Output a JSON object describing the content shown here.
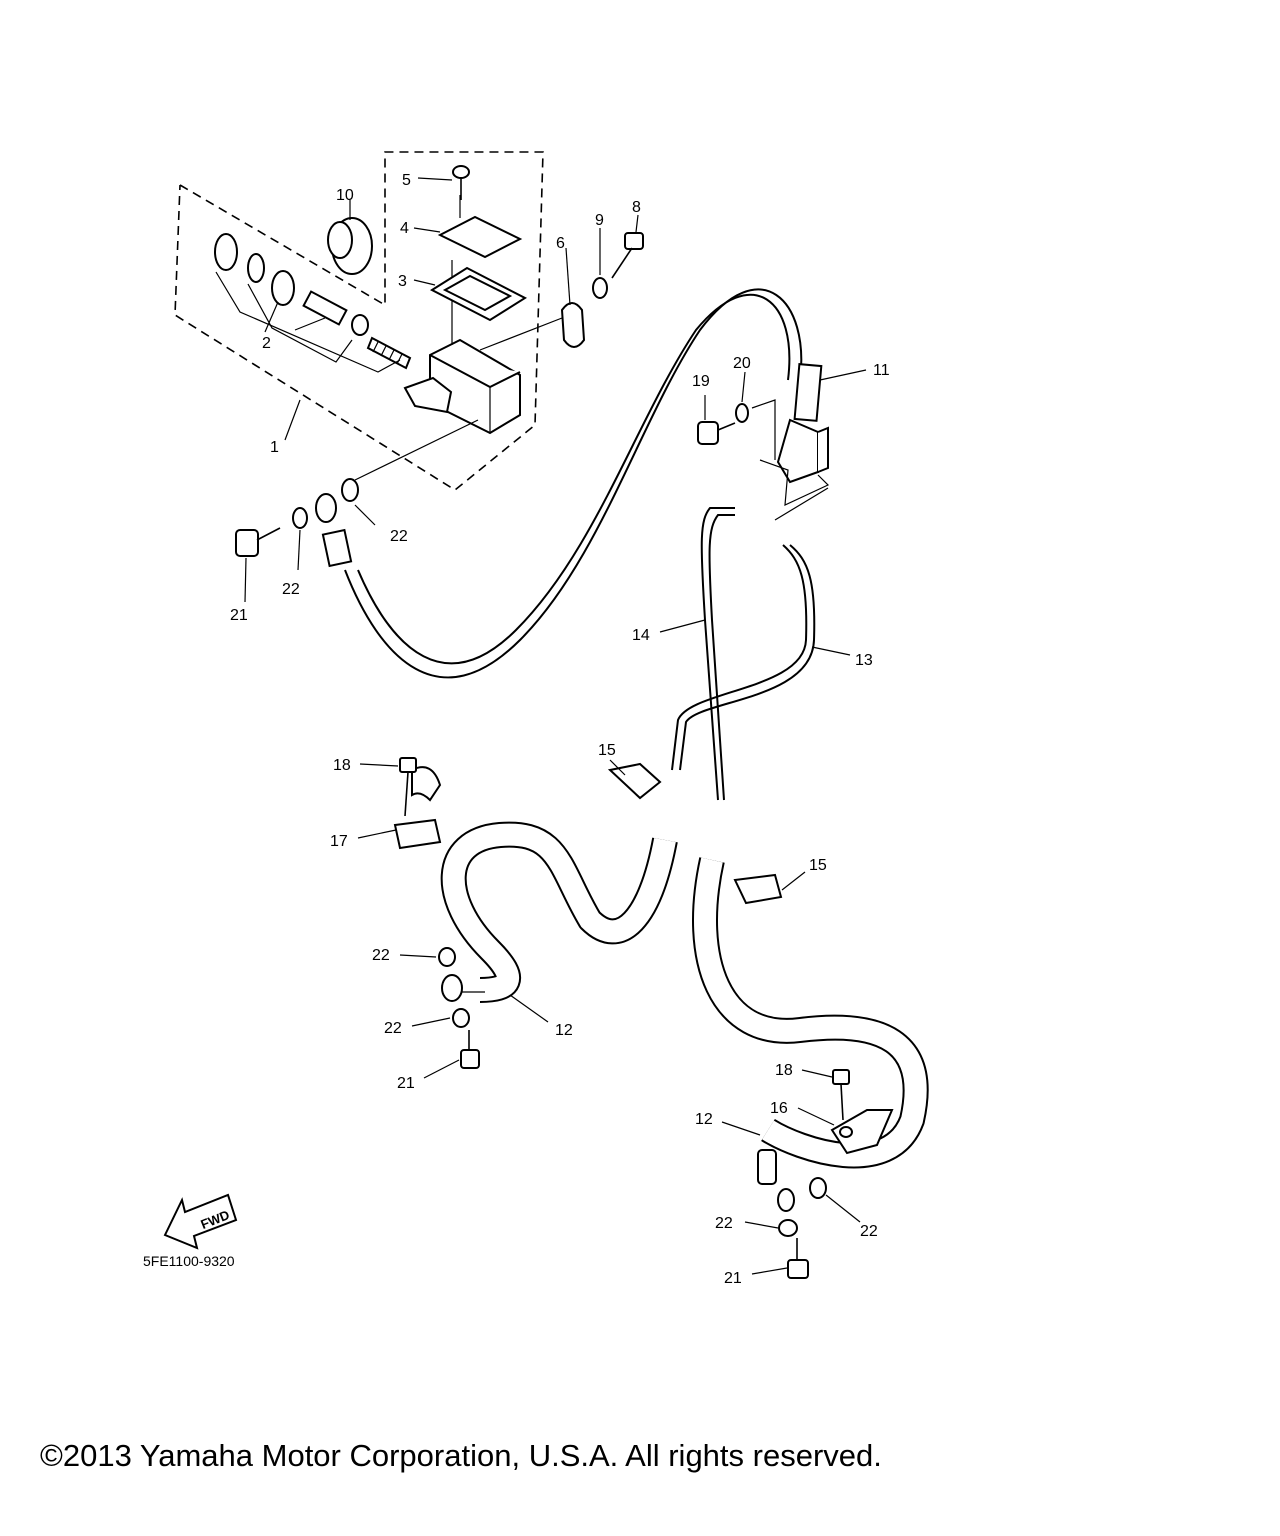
{
  "diagram_code": "5FE1100-9320",
  "fwd_label": "FWD",
  "copyright": "©2013 Yamaha Motor Corporation, U.S.A. All rights reserved.",
  "callouts": {
    "c1": "1",
    "c2": "2",
    "c3": "3",
    "c4": "4",
    "c5": "5",
    "c6": "6",
    "c8": "8",
    "c9": "9",
    "c10": "10",
    "c11": "11",
    "c12a": "12",
    "c12b": "12",
    "c13": "13",
    "c14": "14",
    "c15a": "15",
    "c15b": "15",
    "c16": "16",
    "c17": "17",
    "c18a": "18",
    "c18b": "18",
    "c19": "19",
    "c20": "20",
    "c21a": "21",
    "c21b": "21",
    "c21c": "21",
    "c22a": "22",
    "c22b": "22",
    "c22c": "22",
    "c22d": "22",
    "c22e": "22",
    "c22f": "22"
  }
}
